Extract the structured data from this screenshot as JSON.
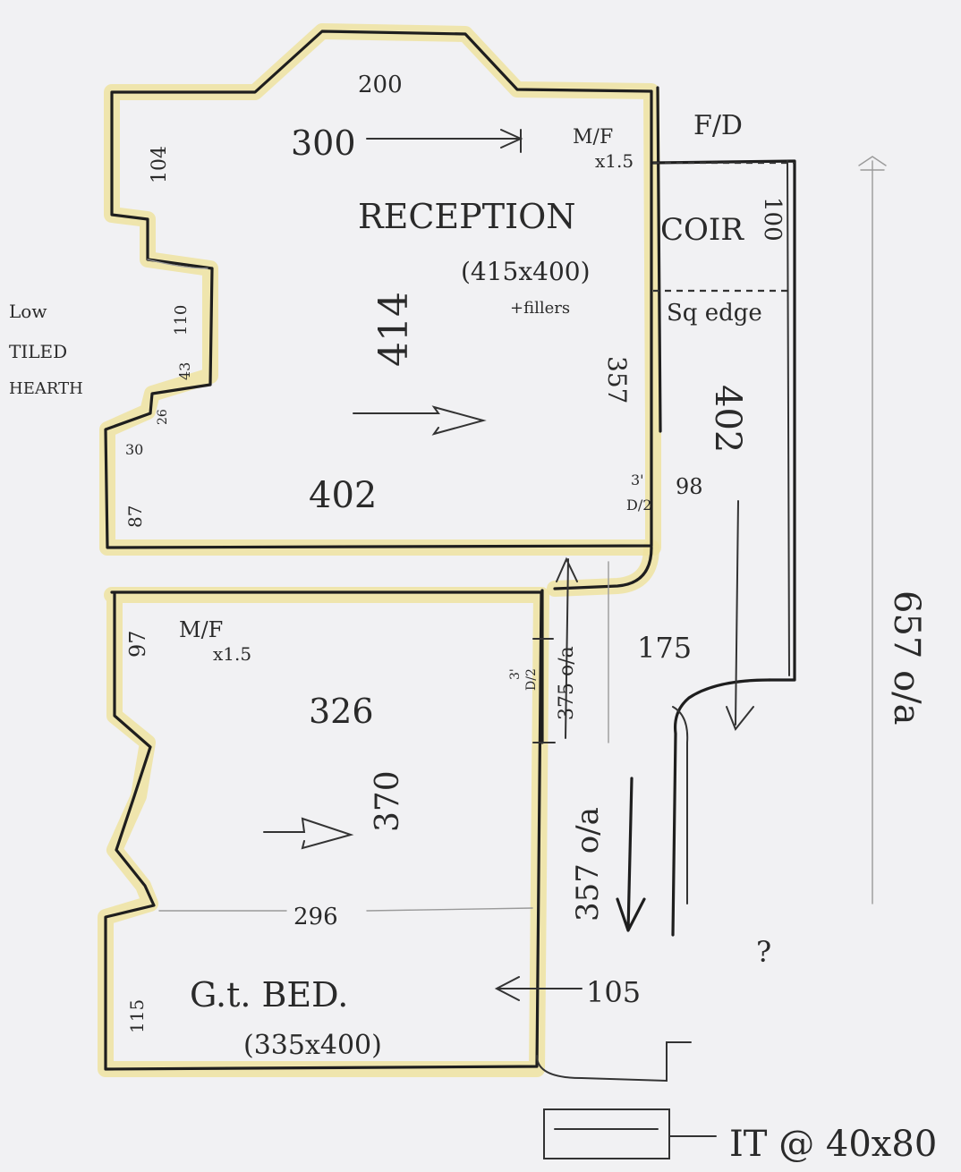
{
  "reception": {
    "name": "RECEPTION",
    "size": "(415x400)",
    "size_note": "+fillers",
    "width_top": "300",
    "bay_width": "200",
    "mf": "M/F",
    "mf_val": "x1.5",
    "length": "414",
    "width_bottom": "402",
    "right_side": "357",
    "left_top": "104",
    "left_hearth_1": "110",
    "left_hearth_2": "43",
    "left_hearth_3": "26",
    "left_hearth_4": "30",
    "left_bottom": "87",
    "door_1": "3'",
    "door_2": "D/2"
  },
  "hearth_note": {
    "line1": "Low",
    "line2": "TILED",
    "line3": "HEARTH"
  },
  "coir": {
    "fd": "F/D",
    "label": "COIR",
    "size": "100",
    "edge": "Sq edge"
  },
  "hall": {
    "width": "98",
    "length": "402",
    "overall": "657 o/a",
    "between": "175",
    "measure_375": "375 o/a",
    "measure_357": "357 o/a",
    "question": "?"
  },
  "guest_bed": {
    "mf": "M/F",
    "mf_val": "x1.5",
    "left_top": "97",
    "width_top": "326",
    "length": "370",
    "width_mid": "296",
    "name": "G.t. BED.",
    "size": "(335x400)",
    "left_bottom": "115",
    "stair": "105",
    "door_1": "3'",
    "door_2": "D/2"
  },
  "footer": {
    "it_label": "IT @ 40x80"
  }
}
